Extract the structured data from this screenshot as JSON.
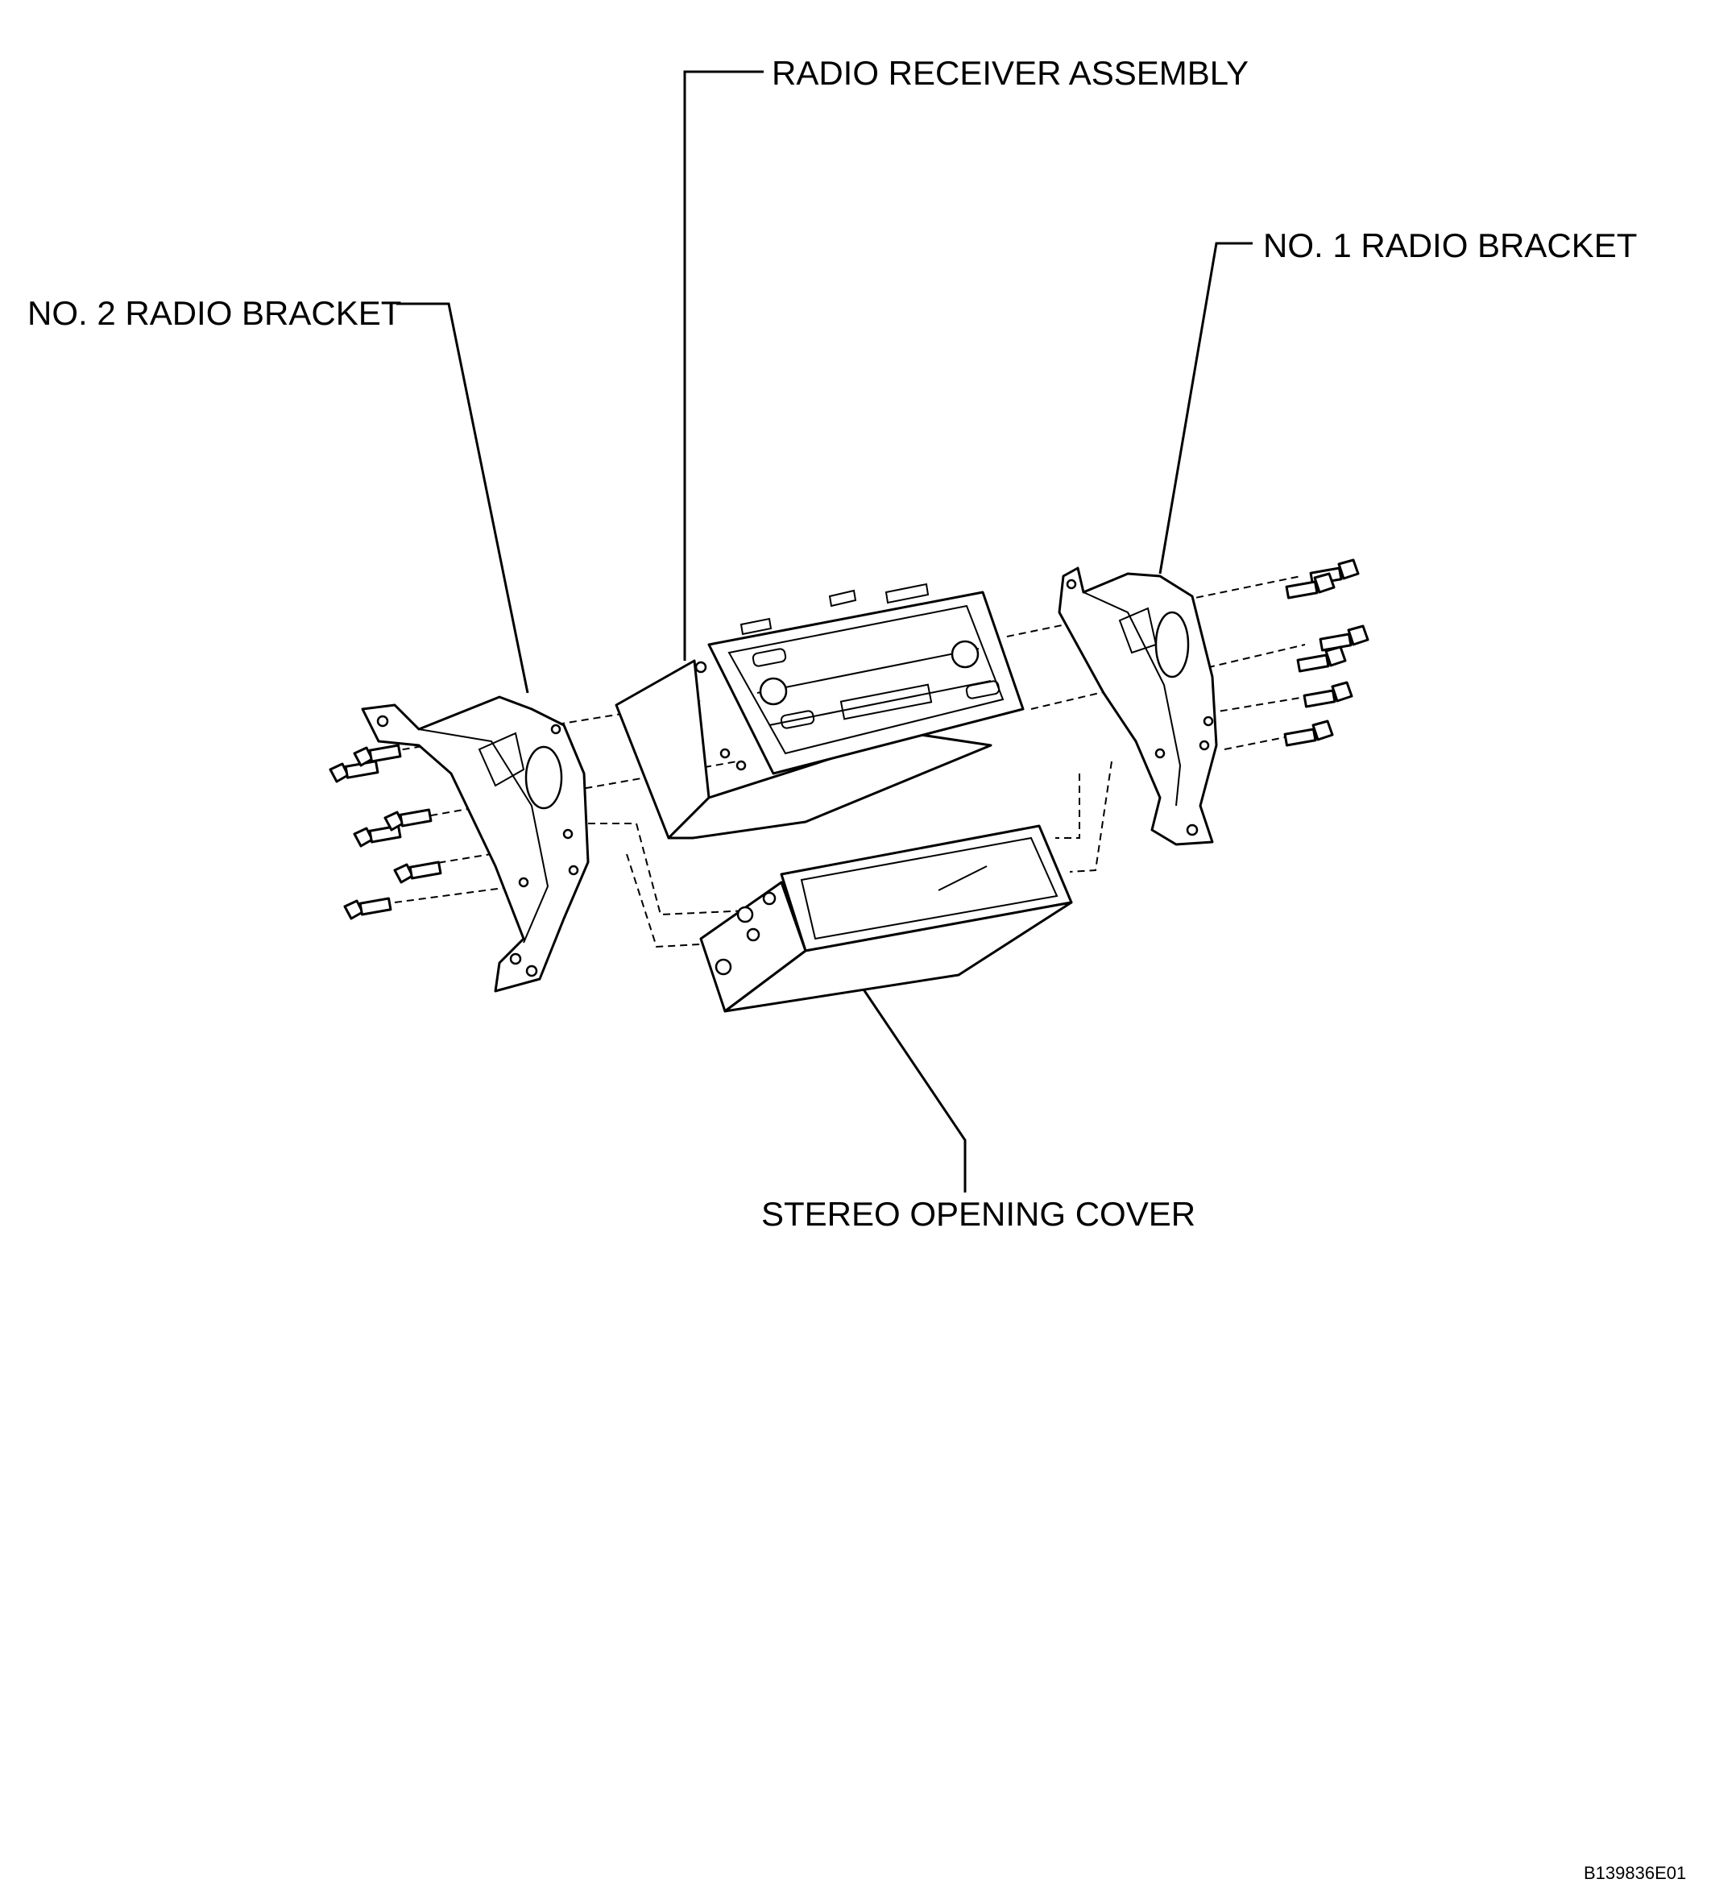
{
  "labels": {
    "radio_receiver": "RADIO RECEIVER ASSEMBLY",
    "no1_bracket": "NO. 1 RADIO BRACKET",
    "no2_bracket": "NO. 2 RADIO BRACKET",
    "stereo_cover": "STEREO OPENING COVER"
  },
  "figure_code": "B139836E01"
}
